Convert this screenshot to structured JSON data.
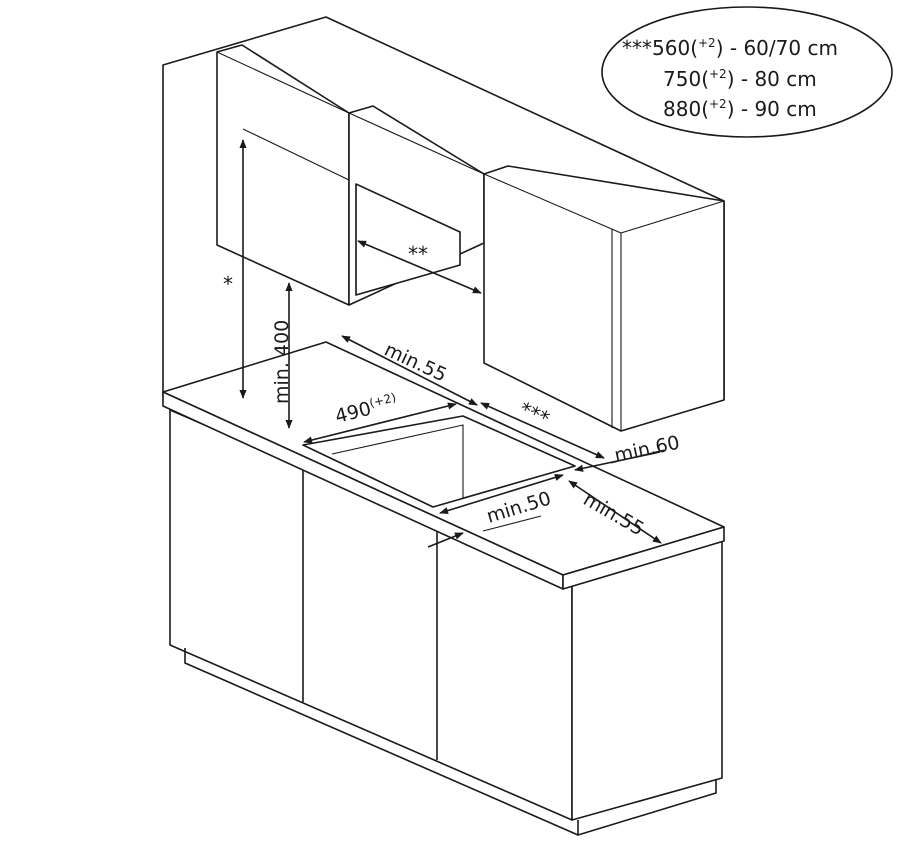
{
  "legend": {
    "rows": [
      {
        "prefix": "***",
        "value": "560",
        "sup": "+2",
        "suffix": " - 60/70 cm"
      },
      {
        "prefix": "",
        "value": "750",
        "sup": "+2",
        "suffix": " - 80 cm"
      },
      {
        "prefix": "",
        "value": "880",
        "sup": "+2",
        "suffix": " - 90 cm"
      }
    ],
    "open_paren": "(",
    "close_paren": ")"
  },
  "dimensions": {
    "star": "*",
    "double_star": "**",
    "triple_star": "***",
    "min_400": "min. 400",
    "min_55_back": "min.55",
    "width_490": "490",
    "width_490_sup": "(+2)",
    "min_60": "min.60",
    "min_50": "min.50",
    "min_55_side": "min.55"
  }
}
